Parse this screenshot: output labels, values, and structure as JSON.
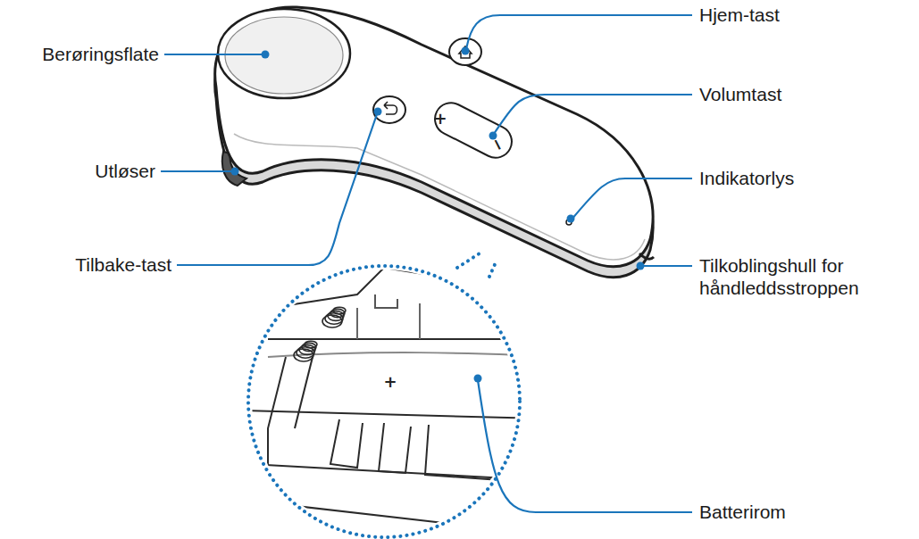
{
  "diagram": {
    "labels": [
      "Berøringsflate",
      "Hjem-tast",
      "Volumtast",
      "+",
      "−",
      "Utløser",
      "Indikatorlys",
      "Tilbake-tast",
      "Tilkoblingshull for håndleddsstroppen",
      "+",
      "Batterirom"
    ]
  }
}
